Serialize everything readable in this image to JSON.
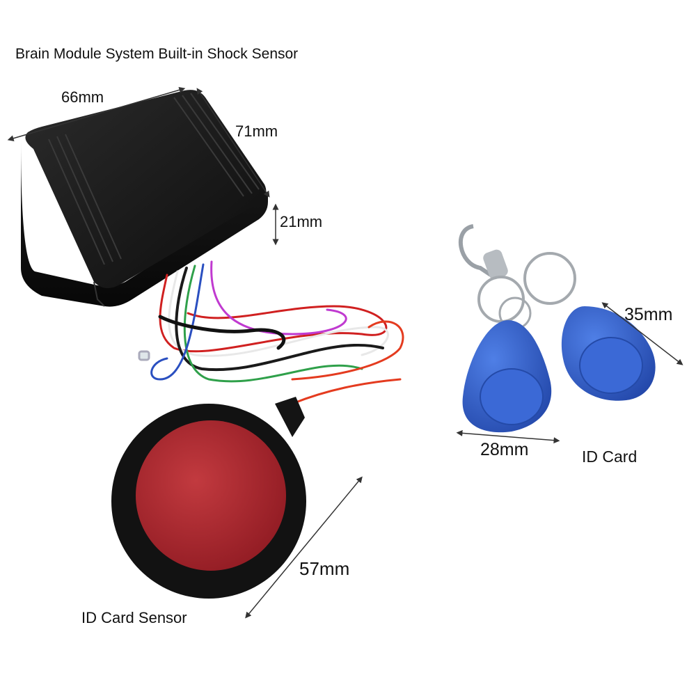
{
  "labels": {
    "title": "Brain Module System Built-in Shock Sensor",
    "width_66": "66mm",
    "depth_71": "71mm",
    "height_21": "21mm",
    "card_35": "35mm",
    "card_28": "28mm",
    "id_card": "ID Card",
    "sensor_57": "57mm",
    "id_card_sensor": "ID Card Sensor"
  },
  "colors": {
    "module_body": "#141414",
    "sensor_pad": "#b0212a",
    "fob_blue": "#2f5fd0",
    "keyring_metal": "#9aa0a6"
  }
}
